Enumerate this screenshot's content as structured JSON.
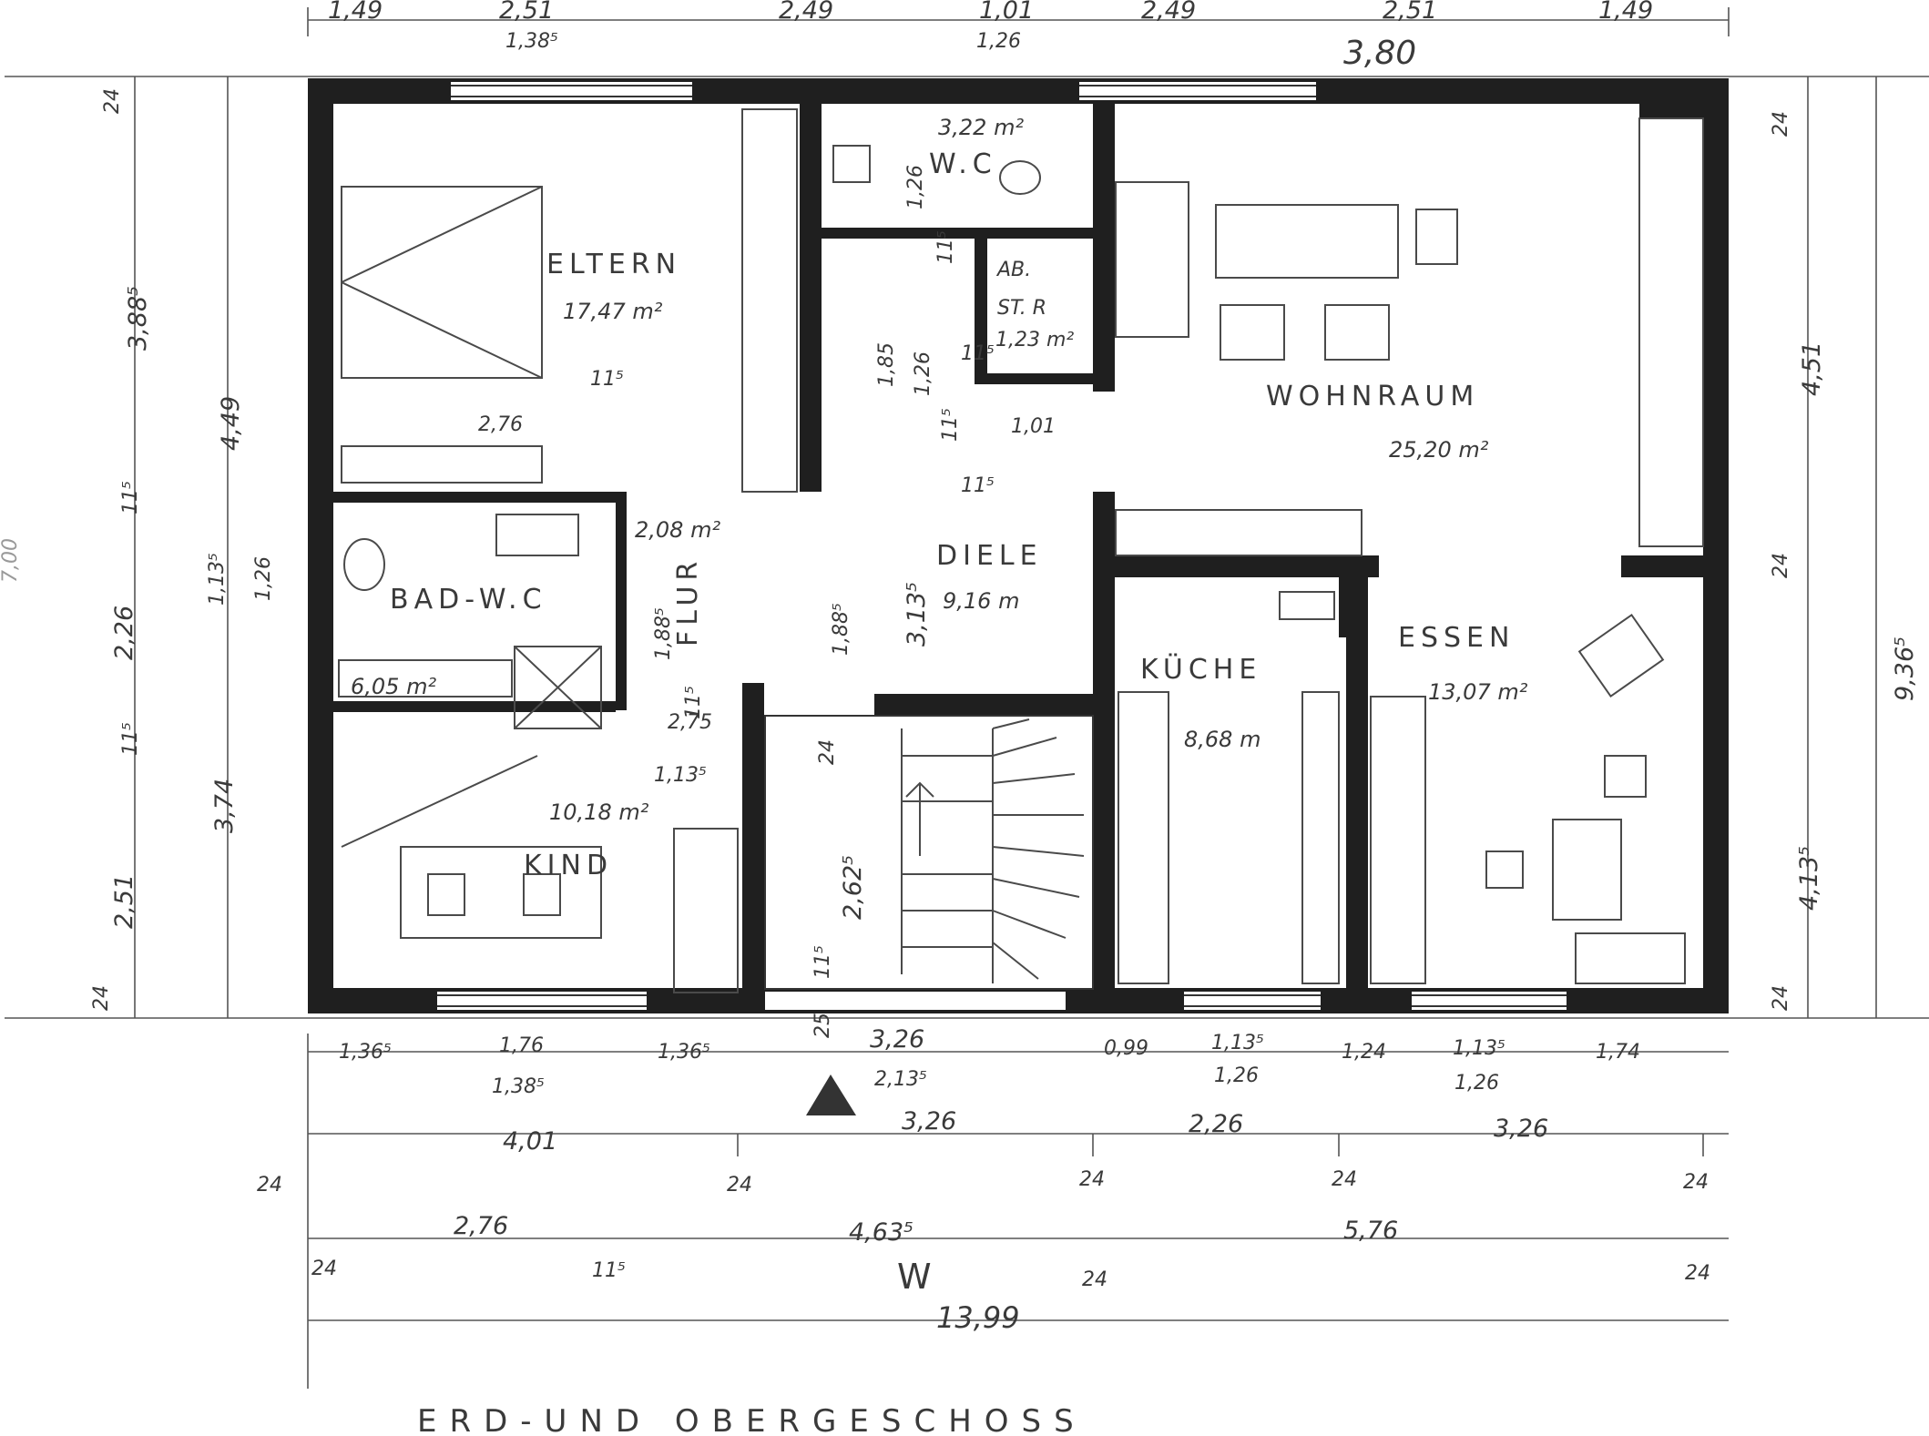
{
  "title": "ERD-UND OBERGESCHOSS",
  "rooms": {
    "eltern": {
      "name": "ELTERN",
      "area": "17,47 m²"
    },
    "wc": {
      "name": "W.C",
      "area": "3,22 m²"
    },
    "abst": {
      "name_1": "AB.",
      "name_2": "ST. R",
      "area": "1,23 m²"
    },
    "wohnraum": {
      "name": "WOHNRAUM",
      "area": "25,20 m²"
    },
    "bad": {
      "name": "BAD-W.C",
      "area": "6,05 m²"
    },
    "flur": {
      "name": "FLUR",
      "area": "2,08 m²"
    },
    "diele": {
      "name": "DIELE",
      "area": "9,16 m"
    },
    "kueche": {
      "name": "KÜCHE",
      "area": "8,68 m"
    },
    "essen": {
      "name": "ESSEN",
      "area": "13,07 m²"
    },
    "kind": {
      "name": "KIND",
      "area": "10,18 m²"
    }
  },
  "annotations": {
    "handwritten": "3,80",
    "north_symbol": "W"
  },
  "dimensions": {
    "top": [
      "1,49",
      "2,51",
      "1,38⁵",
      "2,49",
      "1,01",
      "1,26",
      "2,49",
      "2,51",
      "1,49"
    ],
    "bottom_row1": [
      "1,36⁵",
      "1,76",
      "1,38⁵",
      "1,36⁵",
      "3,26",
      "2,13⁵",
      "0,99",
      "1,13⁵",
      "1,26",
      "1,24",
      "1,13⁵",
      "1,26",
      "1,74"
    ],
    "bottom_row2": [
      "4,01",
      "3,26",
      "2,26",
      "3,26"
    ],
    "bottom_row2_walls": [
      "24",
      "24",
      "24",
      "24",
      "24"
    ],
    "bottom_row3": [
      "2,76",
      "4,63⁵",
      "5,76"
    ],
    "bottom_row3_walls": [
      "24",
      "11⁵",
      "24",
      "24"
    ],
    "overall": "13,99",
    "left_outer": [
      "3,88⁵",
      "2,26",
      "2,51",
      "24",
      "11⁵",
      "11⁵",
      "24"
    ],
    "left_inner": [
      "4,49",
      "1,13⁵",
      "1,26",
      "3,74"
    ],
    "left_edge": "7,00",
    "right": [
      "4,51",
      "4,13⁵",
      "9,36⁵",
      "24",
      "24",
      "24"
    ],
    "interior": [
      "2,76",
      "11⁵",
      "1,85",
      "1,26",
      "11⁵",
      "1,26",
      "1,01",
      "11⁵",
      "11⁵",
      "1,88⁵",
      "1,88⁵",
      "3,13⁵",
      "2,75",
      "1,13⁵",
      "11⁵",
      "24",
      "2,62⁵",
      "11⁵",
      "25",
      "11⁵"
    ]
  }
}
